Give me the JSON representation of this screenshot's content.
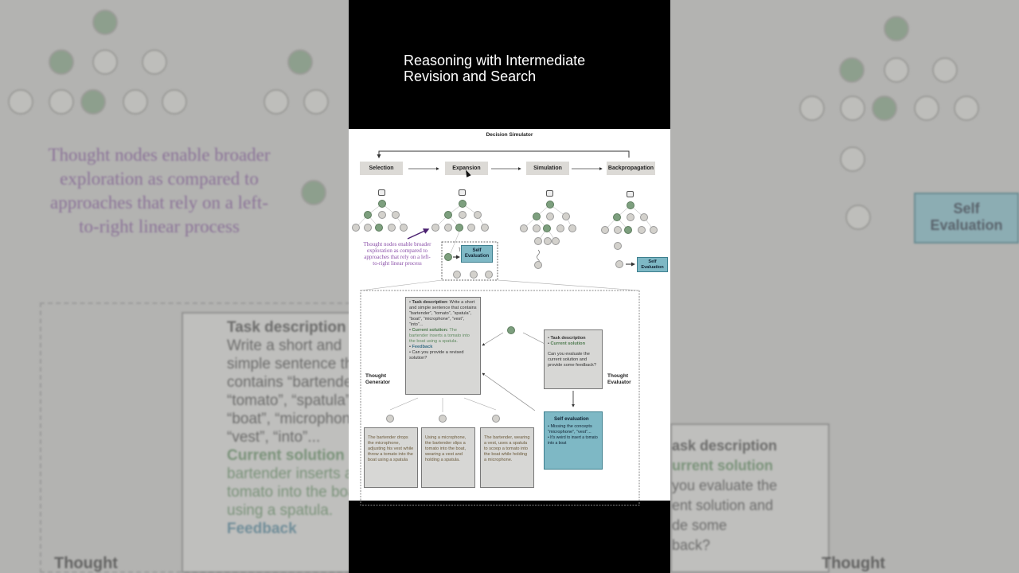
{
  "video": {
    "title_line1": "Reasoning with Intermediate",
    "title_line2": "Revision and Search"
  },
  "background": {
    "left_text": "Thought nodes enable broader exploration as compared to approaches that rely on a left-to-right linear process",
    "left_bullets": [
      "Task description",
      "Write a short and simple sentence that contains “bartender”, “tomato”, “spatula”, “boat”, “microphone”, “vest”, “into”...",
      "Current solution",
      "bartender inserts a tomato into the boat using a spatula.",
      "Feedback"
    ],
    "left_bottom": "Thought",
    "right_self_eval": "Self Evaluation",
    "right_text": [
      "ask description",
      "urrent solution",
      "you evaluate the",
      "ent solution and",
      "de some",
      "back?"
    ],
    "right_bottom": "Thought"
  },
  "diagram": {
    "header": "Decision Simulator",
    "stages": [
      "Selection",
      "Expansion",
      "Simulation",
      "Backpropagation"
    ],
    "annotation": "Thought nodes enable broader exploration as compared to approaches that rely on a left-to-right linear process",
    "self_evaluation": "Self Evaluation",
    "generator_label": "Thought Generator",
    "evaluator_label": "Thought Evaluator",
    "generator_prompt": {
      "task_label": "Task description",
      "task_text": "Write a short and simple sentence that contains “bartender”, “tomato”, “spatula”, “boat”, “microphone”, “vest”, “into”...",
      "current_label": "Current solution:",
      "current_text": "The bartender inserts a tomato into the boat using a spatula.",
      "feedback_label": "Feedback",
      "question": "Can you provide a revised solution?"
    },
    "evaluator_prompt": {
      "task_label": "Task description",
      "current_label": "Current solution",
      "question": "Can you evaluate the current solution and provide some feedback?"
    },
    "self_eval_box": {
      "title": "Self evaluation",
      "items": [
        "Missing the concepts “microphone”, “vest”...",
        "It's weird to insert a tomato into a boat"
      ]
    },
    "candidates": [
      "The bartender drops the microphone, adjusting his vest while throw a tomato into the boat using a spatula",
      "Using a microphone, the bartender slips a tomato into the boat, wearing a vest and holding a spatula.",
      "The bartender, wearing a vest, uses a spatula to scoop a tomato into the boat while holding a microphone."
    ]
  },
  "colors": {
    "node_green": "#7d9f7e",
    "node_grey": "#d3d1cc",
    "self_eval": "#7eb8c5",
    "annotation": "#8a4fa8"
  }
}
